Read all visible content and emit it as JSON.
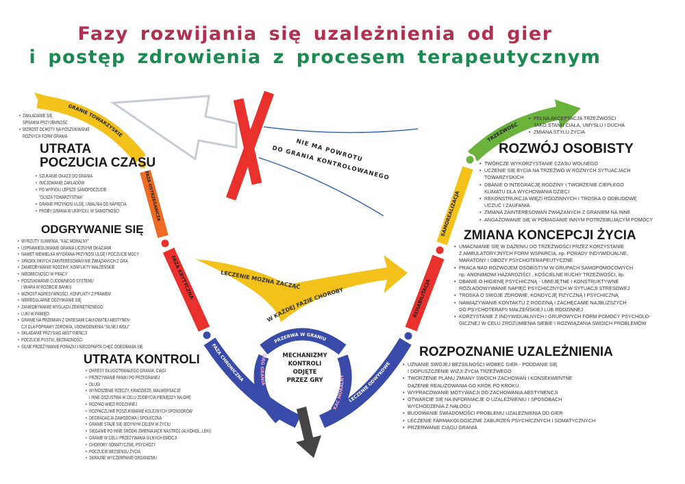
{
  "title": {
    "line1": "Fazy rozwijania się uzależnienia od gier",
    "line2": "i postęp zdrowienia z procesem terapeutycznym"
  },
  "colors": {
    "title_red": "#b03050",
    "title_green": "#1a8a50",
    "yellow": "#f2c21a",
    "orange": "#ef6a22",
    "red": "#e8302c",
    "blue": "#3a4aa8",
    "green": "#6ab23c",
    "dark_arrow": "#444444"
  },
  "phases": {
    "social": "GRANIE TOWARZYSKIE",
    "warning": "FAZA OSTRZEGAWCZA",
    "critical": "FAZA KRYTYCZNA",
    "chronic": "FAZA CHRONICZNA",
    "binge": "CIĄG GRANIA",
    "pause": "PRZERWA W GRANIU",
    "hangover": "KAC MORALNY",
    "detox": "LECZENIE ODWYKOWE",
    "rehab": "REHABILITACJA",
    "selfreal": "SAMOREALIZACJA",
    "sobriety": "TRZEŹWOŚĆ"
  },
  "center": {
    "line1": "MECHANIZMY",
    "line2": "KONTROLI",
    "line3": "ODJĘTE",
    "line4": "PRZEZ GRY"
  },
  "no_return": {
    "line1": "NIE MA POWROTU",
    "line2": "DO GRANIA KONTROLOWANEGO"
  },
  "treatment": {
    "line1": "LECZENIE MOŻNA ZACZĄĆ",
    "line2": "W KAŻDEJ FAZIE CHOROBY"
  },
  "left": {
    "intro": [
      "ZAKŁADANIE SIĘ\nSPRAWIA PRZYJEMNOŚĆ",
      "WZROST OCHOTY NA POSZUKIWANIE\nRÓŻNYCH FORM GRANIA"
    ],
    "time_loss": {
      "title1": "UTRATA",
      "title2": "POCZUCIA CZASU",
      "items": [
        "SZUKANIE OKAZJI DO GRANIA",
        "INICJOWANIE ZAKŁADÓW",
        "PO WYPICIU LEPSZE SAMOPOCZUCIE\n\"DUSZA TOWARZYSTWA\"",
        "GRANIE PRZYNOSI ULGĘ, UWALNIA OD NAPIĘCIA",
        "PRÓBY GRANIA W UKRYCIU, W SAMOTNOŚCI"
      ]
    },
    "chasing": {
      "title": "ODGRYWANIE SIĘ",
      "items": [
        "WYRZUTY SUMIENIA, \"KAC MORALNY\"",
        "USPRAWIEDLIWIANIE GRANIA LICZNYMI OKAZJAMI",
        "NAWET NIEWIELKA WYGRANA PRZYNOSI ULGĘ I POCZUCIE MOCY",
        "SPADEK INNYCH ZAINTERESOWAŃ NIE ZWIĄZANYCH Z GRĄ",
        "ZANIEDBYWANIE RODZINY, KONFLIKTY MAŁŻEŃSKIE",
        "NIEOBECNOŚCI W PRACY",
        "POSZUKIWANIE CUDOWNEGO SYSTEMU\nI WIARA W ROZBICIE BANKU",
        "WZROST AGRESYWNOŚCI, KONFLIKTY Z PRAWEM",
        "NIEREGULARNE ODŻYWIANIE SIĘ",
        "ZANIEDBYWANIE WYGLĄDU ZEWNĘTRZNEGO",
        "LUKI W PAMIĘCI",
        "GRANIE NA PRZEMIAN Z OKRESAMI CAŁKOWITEJ ABSTYNEN-\nCJI DLA POPRAWY ZDROWIA, UDOWODNIENIA \"SILNEJ WOLI\"",
        "SKŁADANIE PRZYSIĄG ABSTYNENCJI",
        "POCZUCIE PUSTKI, BEZRADNOŚCI",
        "SILNE PRZEŻYWANIE PORAŻKI I NIEODPARTA CHĘĆ ODEGRANIA SIĘ"
      ]
    },
    "control_loss": {
      "title": "UTRATA KONTROLI",
      "items": [
        "OKRESY DŁUGOTRWAŁEGO GRANIA, CIĄGI",
        "PRZEŻYWANIE PANIKI PO PRZEGRANEJ",
        "DŁUGI",
        "WYNOSZENIE RZECZY, KRADZIEŻE, MALWERSACJE\nI INNE OSZUSTWA W CELU ZDOBYCIA PIENIĘDZY NA GRĘ",
        "ROZPAD WIĘZI RODZINNEJ",
        "ROZPACZLIWE POSZUKIWANIE KOLEJNYCH SPONSORÓW",
        "DEGRADACJA ZAWODOWA I SPOŁECZNA",
        "GRANIE STAJE SIĘ JEDYNYM CELEM W ŻYCIU",
        "SIĘGANIE PO INNE ŚRODKI ZMIENIAJĄCE NASTRÓJ (ALKOHOL, LEKI)",
        "GRANIE W CELU PRZEŻYWANIA SILNYCH EMOCJI",
        "CHOROBY SOMATYCZNE, PSYCHOZY",
        "POCZUCIE BEZSENSU ŻYCIA",
        "SKRAJNE WYCZERPANIE ORGANIZMU"
      ]
    }
  },
  "right": {
    "intro": [
      "PEŁNA AKCEPTACJA TRZEŹWOŚCI\nJAKO STANU CIAŁA, UMYSŁU I DUCHA",
      "ZMIANA STYLU ŻYCIA"
    ],
    "growth": {
      "title": "ROZWÓJ OSOBISTY",
      "items": [
        "TWÓRCZE WYKORZYSTANIE CZASU WOLNEGO",
        "UCZENIE SIĘ BYCIA NA TRZEŹWO W RÓŻNYCH SYTUACJACH\nTOWARZYSKICH",
        "DBANIE O INTEGRACJĘ RODZINY I TWORZENIE CIEPŁEGO\nKLIMATU DLA WYCHOWANIA DZIECI",
        "REKONSTRUKCJA WIĘZI RODZINNYCH I TROSKA O ODBUDOWĘ\nUCZUĆ I ZAUFANIA",
        "ZMIANA ZAINTERESOWAŃ ZWIĄZANYCH Z GRANIEM NA INNE",
        "ANGAŻOWANIE SIĘ W POMAGANIE INNYM POTRZEBUJĄCYM POMOCY"
      ]
    },
    "life_change": {
      "title": "ZMIANA KONCEPCJI ŻYCIA",
      "items": [
        "UMACNIANIE SIĘ W DĄŻENIU DO TRZEŹWOŚCI PRZEZ KORZYSTANIE\nZ AMBULATORYJNYCH FORM WSPARCIA, np. PORADY INDYWIDUALNE,\nMARATONY I OBOZY PSYCHOTERAPEUTYCZNE",
        "PRACA NAD ROZWOJEM OSOBISTYM W GRUPACH SAMOPOMOCOWYCH\nnp. ANONIMOWI HAZARDZIŚCI , KOŚCIELNE RUCHY TRZEŹWOŚCI, itp.",
        "DBANIE O HIGIENĘ PSYCHICZNĄ - UMIEJĘTNE I KONSTRUKTYWNE\nROZŁADOWYWANIE NAPIĘĆ PSYCHICZNYCH W SYTUACJI STRESOWEJ",
        "TROSKA O SWOJE ZDROWIE, KONDYCJĘ FIZYCZNĄ I PSYCHICZNĄ",
        "NAWIĄZYWANIE KONTAKTU Z RODZINĄ I ZACHĘCANIE NAJBLIŻSZYCH\nDO PSYCHOTERAPII MAŁŻEŃSKIEJ LUB RODZINNEJ",
        "KORZYSTANIE Z INDYWIDUALNYCH I GRUPOWYCH FORM POMOCY PSYCHOLO-\nGICZNEJ W CELU ZROZUMIENIA SIEBIE I ROZWIĄZANIA SWOICH PROBLEMÓW"
      ]
    },
    "recognition": {
      "title": "ROZPOZNANIE UZALEŻNIENIA",
      "items": [
        "UZNANIE SWOJEJ BEZSILNOŚCI WOBEC GIER - PODDANIE SIĘ\nI DOPUSZCZENIE WIZJI ŻYCIA TRZEŹWEGO",
        "TWORZENIE PLANU ZMIANY SWOICH ZACHOWAŃ I KONSEKWENTNE\nDĄŻENIE REALIZOWANIA GO KROK PO KROKU",
        "WYPRACOWANIE MOTYWACJI DO ZACHOWANIA ABSTYNENCJI",
        "OTWARCIE SIĘ NA INFORMACJE O UZALEŻNIENIU I SPOSOBACH\nWYCHODZENIA Z NAŁOGU",
        "BUDOWANIE ŚWIADOMOŚCI PROBLEMU UZALEŻNIENIA OD GIER",
        "LECZENIE FARMAKOLOGICZNE ZABURZEŃ PSYCHICZNYCH I SOMATYCZNYCH",
        "PRZERWANIE CIĄGU GRANIA"
      ]
    }
  }
}
